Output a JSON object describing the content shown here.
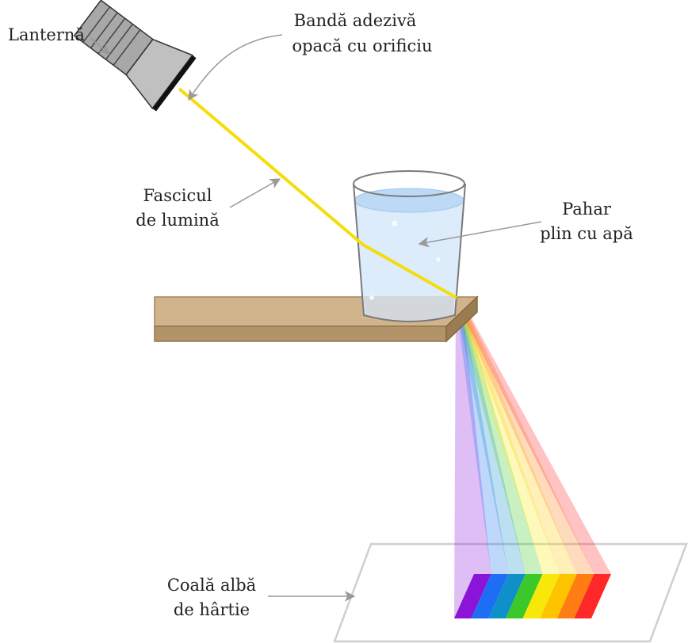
{
  "labels": {
    "flashlight": "Lanternă",
    "tape_line1": "Bandă adezivă",
    "tape_line2": "opacă cu orificiu",
    "beam_line1": "Fascicul",
    "beam_line2": "de lumină",
    "glass_line1": "Pahar",
    "glass_line2": "plin cu apă",
    "paper_line1": "Coală albă",
    "paper_line2": "de hârtie"
  },
  "colors": {
    "beam": "#f5dd0b",
    "table_top": "#d2b48c",
    "table_side": "#b39469",
    "water": "#dcecfb",
    "water_surface": "#bcd9f5",
    "flashlight_body": "#a8a8a8",
    "flashlight_head": "#c0c0c0",
    "arrow": "#999999",
    "paper_border": "#cfcfcf"
  },
  "spectrum": [
    "#8a14d8",
    "#1e6ef5",
    "#0f90c8",
    "#3cc828",
    "#f8e80a",
    "#ffc400",
    "#ff7d12",
    "#ff2828"
  ]
}
